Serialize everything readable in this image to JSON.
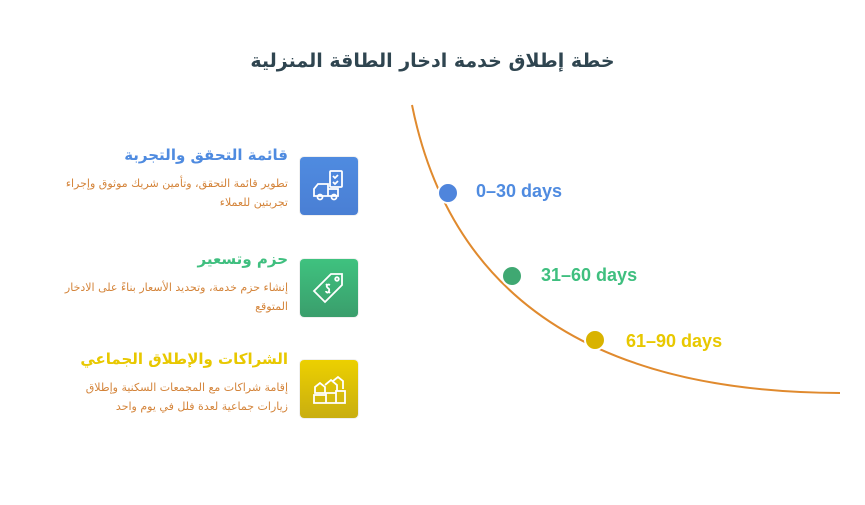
{
  "title": "خطة إطلاق خدمة ادخار الطاقة المنزلية",
  "colors": {
    "line": "#e08a2e",
    "blue": "#4f8be0",
    "green": "#3fbf7f",
    "yellow": "#e8c800"
  },
  "items": [
    {
      "heading": "قائمة التحقق والتجربة",
      "desc": "تطوير قائمة التحقق، وتأمين شريك موثوق وإجراء تجربتين للعملاء",
      "icon": "van-checklist-icon",
      "milestone": "0–30 days"
    },
    {
      "heading": "حزم وتسعير",
      "desc": "إنشاء حزم خدمة، وتحديد الأسعار بناءً على الادخار المتوقع",
      "icon": "price-tag-icon",
      "milestone": "31–60 days"
    },
    {
      "heading": "الشراكات والإطلاق الجماعي",
      "desc": "إقامة شراكات مع المجمعات السكنية وإطلاق زيارات جماعية لعدة فلل في يوم واحد",
      "icon": "houses-icon",
      "milestone": "61–90 days"
    }
  ]
}
